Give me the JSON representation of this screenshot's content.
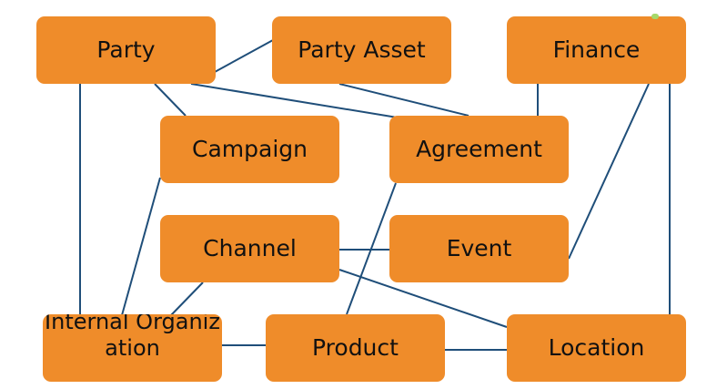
{
  "colors": {
    "node_fill": "#ef8c2a",
    "connector": "#1f4e79",
    "text": "#111111",
    "background": "#ffffff"
  },
  "nodes": {
    "party": "Party",
    "party_asset": "Party Asset",
    "finance": "Finance",
    "campaign": "Campaign",
    "agreement": "Agreement",
    "channel": "Channel",
    "event": "Event",
    "internal_organization": "Internal Organization",
    "product": "Product",
    "location": "Location"
  },
  "edges": [
    [
      "party",
      "party_asset"
    ],
    [
      "party",
      "campaign"
    ],
    [
      "party",
      "agreement"
    ],
    [
      "party",
      "internal_organization"
    ],
    [
      "party_asset",
      "agreement"
    ],
    [
      "finance",
      "agreement"
    ],
    [
      "finance",
      "event"
    ],
    [
      "finance",
      "location"
    ],
    [
      "campaign",
      "internal_organization"
    ],
    [
      "agreement",
      "product"
    ],
    [
      "channel",
      "event"
    ],
    [
      "channel",
      "internal_organization"
    ],
    [
      "channel",
      "location"
    ],
    [
      "internal_organization",
      "product"
    ],
    [
      "product",
      "location"
    ]
  ]
}
